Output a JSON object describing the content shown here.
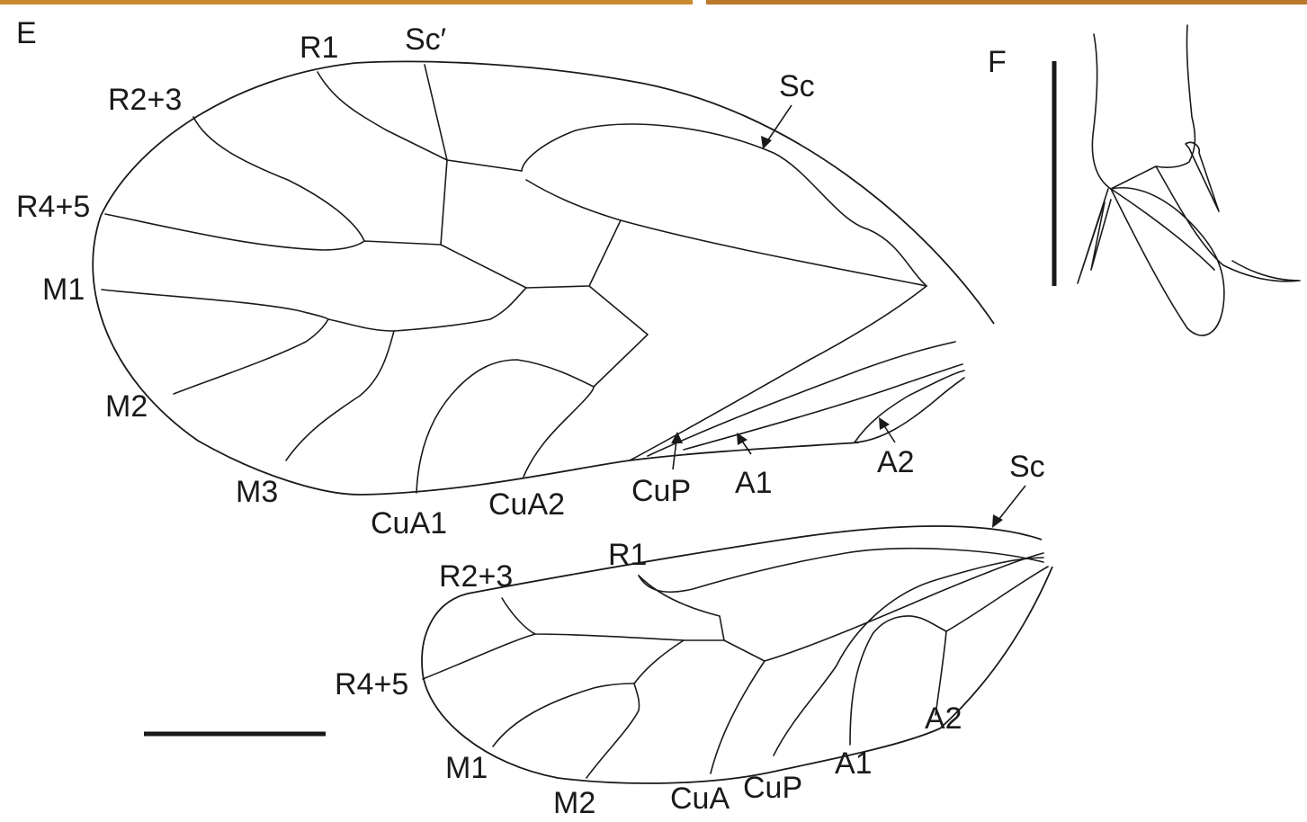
{
  "panels": {
    "E": "E",
    "F": "F"
  },
  "forewing_labels": {
    "r1": "R1",
    "sc_prime": "Sc′",
    "sc": "Sc",
    "r23": "R2+3",
    "r45": "R4+5",
    "m1": "M1",
    "m2": "M2",
    "m3": "M3",
    "cua1": "CuA1",
    "cua2": "CuA2",
    "cup": "CuP",
    "a1": "A1",
    "a2": "A2"
  },
  "hindwing_labels": {
    "sc": "Sc",
    "r1": "R1",
    "r23": "R2+3",
    "r45": "R4+5",
    "m1": "M1",
    "m2": "M2",
    "cua": "CuA",
    "cup": "CuP",
    "a1": "A1",
    "a2": "A2"
  },
  "colors": {
    "ink": "#1a1a1a",
    "background": "#ffffff",
    "top_strip": "#c98a2e"
  }
}
